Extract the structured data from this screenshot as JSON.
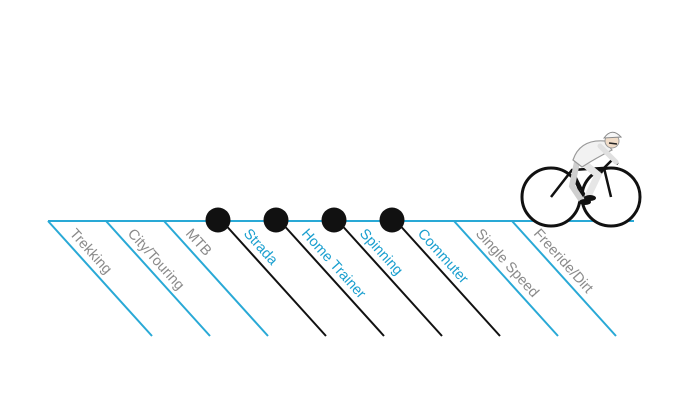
{
  "diagram": {
    "colors": {
      "baseline": "#29a9d6",
      "inactive_line": "#29a9d6",
      "active_line": "#111111",
      "inactive_text": "#8a8a8a",
      "active_text": "#1a9fcf",
      "marker": "#111111"
    },
    "categories": [
      {
        "label": "Trekking",
        "active": false
      },
      {
        "label": "City/Touring",
        "active": false
      },
      {
        "label": "MTB",
        "active": false
      },
      {
        "label": "Strada",
        "active": true
      },
      {
        "label": "Home Trainer",
        "active": true
      },
      {
        "label": "Spinning",
        "active": true
      },
      {
        "label": "Commuter",
        "active": true
      },
      {
        "label": "Single Speed",
        "active": false
      },
      {
        "label": "Freeride/Dirt",
        "active": false
      }
    ],
    "icon": "cyclist-icon"
  }
}
